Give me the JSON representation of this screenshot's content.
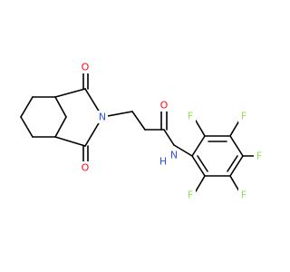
{
  "molecule": {
    "atoms": {
      "o_top": {
        "symbol": "O",
        "color": "#ff0d0d"
      },
      "n_ring": {
        "symbol": "N",
        "color": "#3050f8"
      },
      "o_bottom": {
        "symbol": "O",
        "color": "#ff0d0d"
      },
      "o_amide": {
        "symbol": "O",
        "color": "#ff0d0d"
      },
      "nh_amide": {
        "symbol": "N",
        "color": "#3050f8"
      },
      "h_amide": {
        "symbol": "H",
        "color": "#3050f8"
      },
      "f1": {
        "symbol": "F",
        "color": "#90e050"
      },
      "f2": {
        "symbol": "F",
        "color": "#90e050"
      },
      "f3": {
        "symbol": "F",
        "color": "#90e050"
      },
      "f4": {
        "symbol": "F",
        "color": "#90e050"
      },
      "f5": {
        "symbol": "F",
        "color": "#90e050"
      }
    }
  }
}
